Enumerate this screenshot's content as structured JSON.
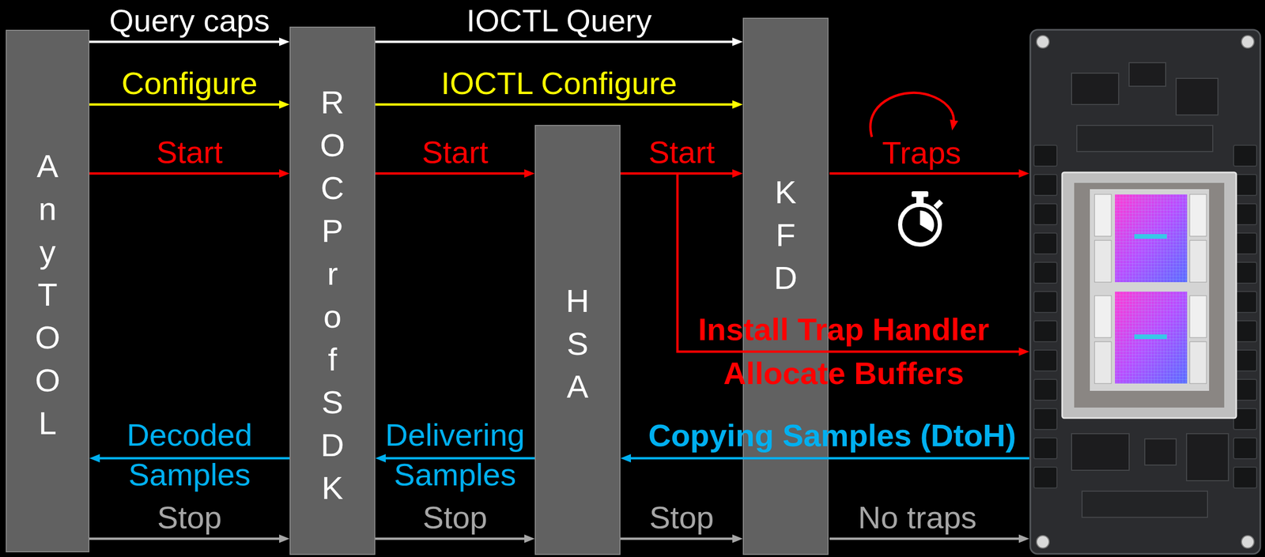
{
  "diagram": {
    "nodes": [
      {
        "text": [
          "Any TOOL"
        ]
      },
      {
        "text": [
          "ROCProf SDK"
        ]
      },
      {
        "text": [
          "HSA"
        ]
      },
      {
        "text": [
          "KFD"
        ]
      }
    ],
    "edges": [
      {
        "from": 0,
        "to": 1,
        "label": "Query caps",
        "arrow": "to"
      },
      {
        "from": 1,
        "to": 3,
        "label": "IOCTL Query",
        "arrow": "to"
      },
      {
        "from": 0,
        "to": 1,
        "label": "Configure",
        "arrow": "to"
      },
      {
        "from": 1,
        "to": 3,
        "label": "IOCTL Configure",
        "arrow": "to"
      },
      {
        "from": 0,
        "to": 1,
        "label": "Start",
        "arrow": "to"
      },
      {
        "from": 1,
        "to": 2,
        "label": "Start",
        "arrow": "to"
      },
      {
        "from": 2,
        "to": 3,
        "label": "Start",
        "arrow": "to"
      },
      {
        "from": 1,
        "to": 0,
        "label": "Decoded Samples",
        "arrow": "to"
      },
      {
        "from": 2,
        "to": 1,
        "label": "Delivering Samples",
        "arrow": "to"
      },
      {
        "from": 0,
        "to": 1,
        "label": "Stop",
        "arrow": "to"
      },
      {
        "from": 1,
        "to": 2,
        "label": "Stop",
        "arrow": "to"
      },
      {
        "from": 2,
        "to": 3,
        "label": "Stop",
        "arrow": "to"
      }
    ],
    "labels": [
      "Traps",
      "Install Trap Handler",
      "Allocate Buffers",
      "Copying Samples (DtoH)",
      "No traps"
    ]
  }
}
